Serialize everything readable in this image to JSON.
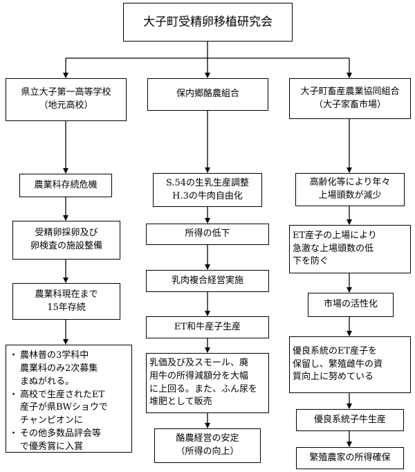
{
  "root": "大子町受精卵移植研究会",
  "columns": [
    {
      "header": "県立大子第一高等学校\n（地元高校）",
      "steps": [
        "農業科存続危機",
        "受精卵採卵及び\n卵検査の施設整備",
        "農業科現在まで\n15年存続"
      ],
      "results": [
        "農林普の3学科中\n農業科のみ2次募集\nまぬがれる。",
        "高校で生産されたET\n産子が県BWショウで\nチャンピオンに",
        "その他多数品評会等\nで優秀賞に入賞"
      ]
    },
    {
      "header": "保内郷酪農組合",
      "steps": [
        "S.54の生乳生産調整\nH.3の牛肉自由化",
        "所得の低下",
        "乳肉複合経営実施",
        "ET和牛産子生産",
        "乳価及び及スモール、廃\n用牛の所得減額分を大幅\nに上回る。また、ふん尿を\n堆肥として販売",
        "酪農経営の安定\n（所得の向上）"
      ]
    },
    {
      "header": "大子町畜産農業協同組合\n（大子家畜市場）",
      "steps": [
        "高齢化等により年々\n上場頭数が減少",
        "ET産子の上場により\n急激な上場頭数の低\n下を防ぐ",
        "市場の活性化",
        "優良系統のET産子を\n保留し、繁殖雌牛の資\n質向上に努めている",
        "優良系統子牛生産",
        "繁殖農家の所得確保"
      ]
    }
  ]
}
